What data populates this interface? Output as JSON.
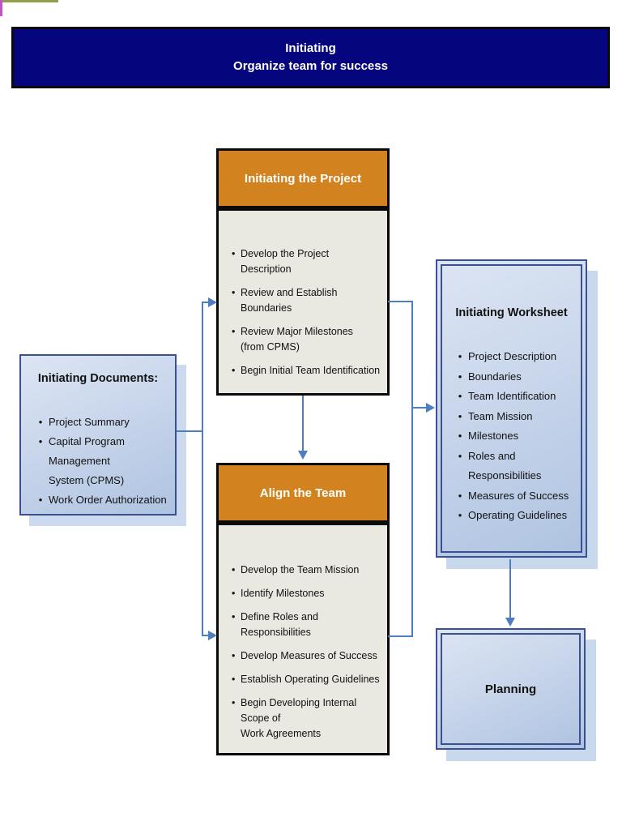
{
  "banner": {
    "line1": "Initiating",
    "line2": "Organize team for success"
  },
  "process_boxes": {
    "initiating_project": {
      "title": "Initiating the Project",
      "items": [
        "Develop the Project Description",
        "Review and Establish Boundaries",
        "Review Major Milestones\n(from CPMS)",
        "Begin Initial Team Identification"
      ]
    },
    "align_team": {
      "title": "Align the Team",
      "items": [
        "Develop the Team Mission",
        "Identify Milestones",
        "Define Roles and Responsibilities",
        "Develop Measures of Success",
        "Establish Operating Guidelines",
        "Begin Developing Internal Scope of\nWork Agreements"
      ]
    }
  },
  "artifact_boxes": {
    "initiating_documents": {
      "title": "Initiating Documents:",
      "items": [
        "Project Summary",
        "Capital Program Management\nSystem (CPMS)",
        "Work Order Authorization"
      ]
    },
    "initiating_worksheet": {
      "title": "Initiating Worksheet",
      "items": [
        "Project Description",
        "Boundaries",
        "Team Identification",
        "Team Mission",
        "Milestones",
        "Roles and Responsibilities",
        "Measures of Success",
        "Operating Guidelines"
      ]
    },
    "planning": {
      "title": "Planning"
    }
  },
  "colors": {
    "banner_bg": "#05057E",
    "process_header_bg": "#D2821E",
    "process_body_bg": "#E9E9E1",
    "artifact_border": "#3A508F",
    "artifact_fill_top": "#DCE5F3",
    "artifact_fill_bottom": "#AEC3E1",
    "arrow": "#4E7DC0",
    "corner_olive": "#949E4A",
    "corner_magenta": "#C253CA"
  }
}
